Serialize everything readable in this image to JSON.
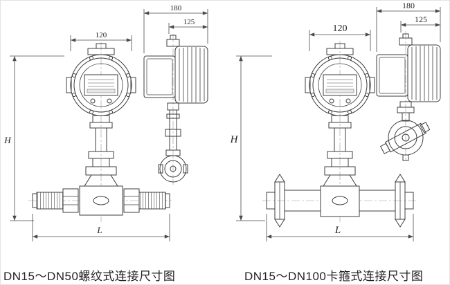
{
  "captions": {
    "left": "DN15～DN50螺纹式连接尺寸图",
    "right": "DN15～DN100卡箍式连接尺寸图"
  },
  "left_drawing": {
    "front_width": "120",
    "height_label": "H",
    "length_label": "L",
    "side_total_width": "180",
    "side_partial_width": "125"
  },
  "right_drawing": {
    "front_width": "120",
    "height_label": "H",
    "length_label": "L",
    "side_total_width": "180",
    "side_partial_width": "125"
  },
  "colors": {
    "line": "#3c3c3c",
    "dimension": "#4a4a4a",
    "background": "#ffffff",
    "text": "#222222"
  }
}
